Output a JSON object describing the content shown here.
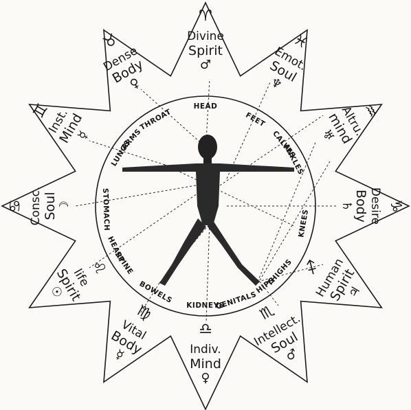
{
  "signs": [
    {
      "id": "aries",
      "symbol": "♈",
      "line1": "Divine",
      "line2": "Spirit",
      "planet": "♂"
    },
    {
      "id": "pisces",
      "symbol": "♓",
      "line1": "Emot.",
      "line2": "Soul",
      "planet": "♆"
    },
    {
      "id": "aquarius",
      "symbol": "♒",
      "line1": "Altru.",
      "line2": "mind",
      "planet": "♅"
    },
    {
      "id": "capricorn",
      "symbol": "♑",
      "line1": "Desire",
      "line2": "Body",
      "planet": "♄"
    },
    {
      "id": "sagittarius",
      "symbol": "♐",
      "line1": "Human",
      "line2": "Spirit",
      "planet": "♃"
    },
    {
      "id": "scorpio",
      "symbol": "♏",
      "line1": "Intellect.",
      "line2": "Soul",
      "planet": "♂"
    },
    {
      "id": "libra",
      "symbol": "♎",
      "line1": "Indiv.",
      "line2": "Mind",
      "planet": "♀"
    },
    {
      "id": "virgo",
      "symbol": "♍",
      "line1": "Vital",
      "line2": "Body",
      "planet": "☿"
    },
    {
      "id": "leo",
      "symbol": "♌",
      "line1": "life",
      "line2": "Spirit",
      "planet": "☉"
    },
    {
      "id": "cancer",
      "symbol": "♋",
      "line1": "Consc.",
      "line2": "Soul",
      "planet": "☽"
    },
    {
      "id": "gemini",
      "symbol": "♊",
      "line1": "Inst.",
      "line2": "Mind",
      "planet": "☿"
    },
    {
      "id": "taurus",
      "symbol": "♉",
      "line1": "Dense",
      "line2": "Body",
      "planet": "♀"
    }
  ],
  "body_parts": [
    {
      "text": "HEAD",
      "angle": 0
    },
    {
      "text": "FEET",
      "angle": 30
    },
    {
      "text": "CALVES",
      "angle": 52
    },
    {
      "text": "ANKLES",
      "angle": 62
    },
    {
      "text": "KNEES",
      "angle": 100
    },
    {
      "text": "THIGHS",
      "angle": 132
    },
    {
      "text": "HIPS",
      "angle": 143
    },
    {
      "text": "GENITALS",
      "angle": 162
    },
    {
      "text": "KIDNEYS",
      "angle": 180
    },
    {
      "text": "BOWELS",
      "angle": 210
    },
    {
      "text": "SPINE",
      "angle": 235
    },
    {
      "text": "HEART",
      "angle": 244
    },
    {
      "text": "STOMACH",
      "angle": 268
    },
    {
      "text": "LUNGS",
      "angle": 302
    },
    {
      "text": "ARMS",
      "angle": 312
    },
    {
      "text": "THROAT",
      "angle": 330
    }
  ]
}
